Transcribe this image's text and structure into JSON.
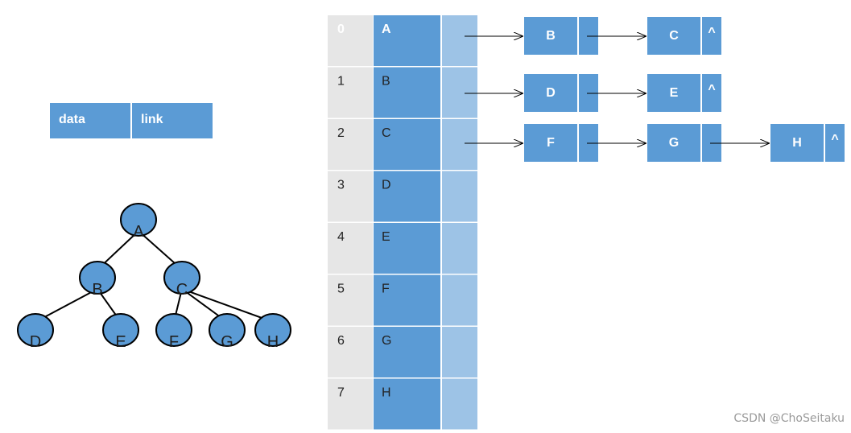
{
  "node_struct": {
    "data_label": "data",
    "link_label": "link"
  },
  "tree": {
    "nodes": [
      {
        "id": "A",
        "label": "A"
      },
      {
        "id": "B",
        "label": "B"
      },
      {
        "id": "C",
        "label": "C"
      },
      {
        "id": "D",
        "label": "D"
      },
      {
        "id": "E",
        "label": "E"
      },
      {
        "id": "F",
        "label": "F"
      },
      {
        "id": "G",
        "label": "G"
      },
      {
        "id": "H",
        "label": "H"
      }
    ],
    "edges": [
      [
        "A",
        "B"
      ],
      [
        "A",
        "C"
      ],
      [
        "B",
        "D"
      ],
      [
        "B",
        "E"
      ],
      [
        "C",
        "F"
      ],
      [
        "C",
        "G"
      ],
      [
        "C",
        "H"
      ]
    ]
  },
  "table": {
    "rows": [
      {
        "index": "0",
        "data": "A"
      },
      {
        "index": "1",
        "data": "B"
      },
      {
        "index": "2",
        "data": "C"
      },
      {
        "index": "3",
        "data": "D"
      },
      {
        "index": "4",
        "data": "E"
      },
      {
        "index": "5",
        "data": "F"
      },
      {
        "index": "6",
        "data": "G"
      },
      {
        "index": "7",
        "data": "H"
      }
    ]
  },
  "child_lists": [
    {
      "row": "0",
      "children": [
        "B",
        "C"
      ]
    },
    {
      "row": "1",
      "children": [
        "D",
        "E"
      ]
    },
    {
      "row": "2",
      "children": [
        "F",
        "G",
        "H"
      ]
    }
  ],
  "null_marker": "^",
  "watermark": "CSDN @ChoSeitaku",
  "colors": {
    "node_fill": "#5b9bd5",
    "link_fill_light": "#9dc3e6",
    "index_fill": "#e6e6e6",
    "tree_node_fill": "#5b9bd5",
    "line": "#000000"
  }
}
